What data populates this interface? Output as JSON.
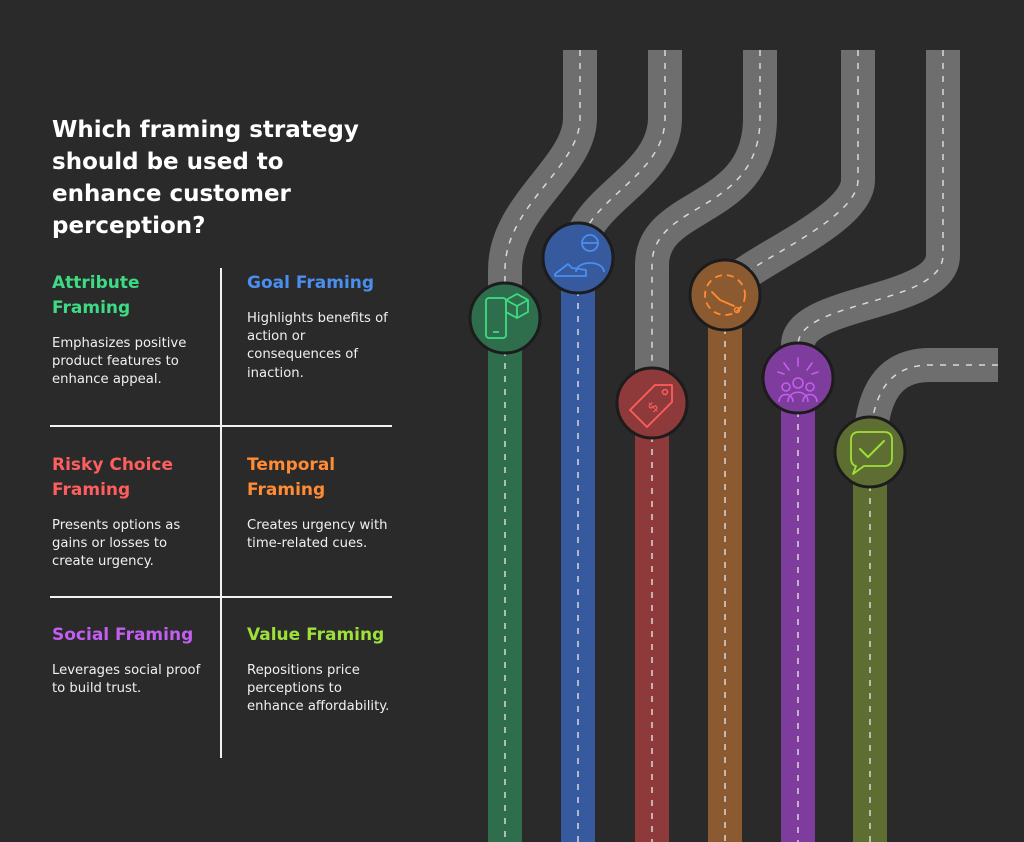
{
  "title": "Which framing strategy should be used to enhance customer perception?",
  "strategies": [
    {
      "name": "Attribute Framing",
      "description": "Emphasizes positive product features to enhance appeal.",
      "color": "#3ddc84",
      "icon": "smartphone-box-icon"
    },
    {
      "name": "Goal Framing",
      "description": "Highlights benefits of action or consequences of inaction.",
      "color": "#4a8ff0",
      "icon": "person-shoe-icon"
    },
    {
      "name": "Risky Choice Framing",
      "description": "Presents options as gains or losses to create urgency.",
      "color": "#ff5e5e",
      "icon": "price-tag-icon"
    },
    {
      "name": "Temporal Framing",
      "description": "Creates urgency with time-related cues.",
      "color": "#ff8c35",
      "icon": "timer-icon"
    },
    {
      "name": "Social Framing",
      "description": "Leverages social proof to build trust.",
      "color": "#c25ef0",
      "icon": "group-celebration-icon"
    },
    {
      "name": "Value Framing",
      "description": "Repositions price perceptions to enhance affordability.",
      "color": "#9ee03a",
      "icon": "chat-check-icon"
    }
  ],
  "lane_colors": [
    "#2f6e4c",
    "#37599e",
    "#8e3a3a",
    "#8c5a30",
    "#7e3d9c",
    "#5e6e32"
  ],
  "road_color": "#6e6e6e"
}
